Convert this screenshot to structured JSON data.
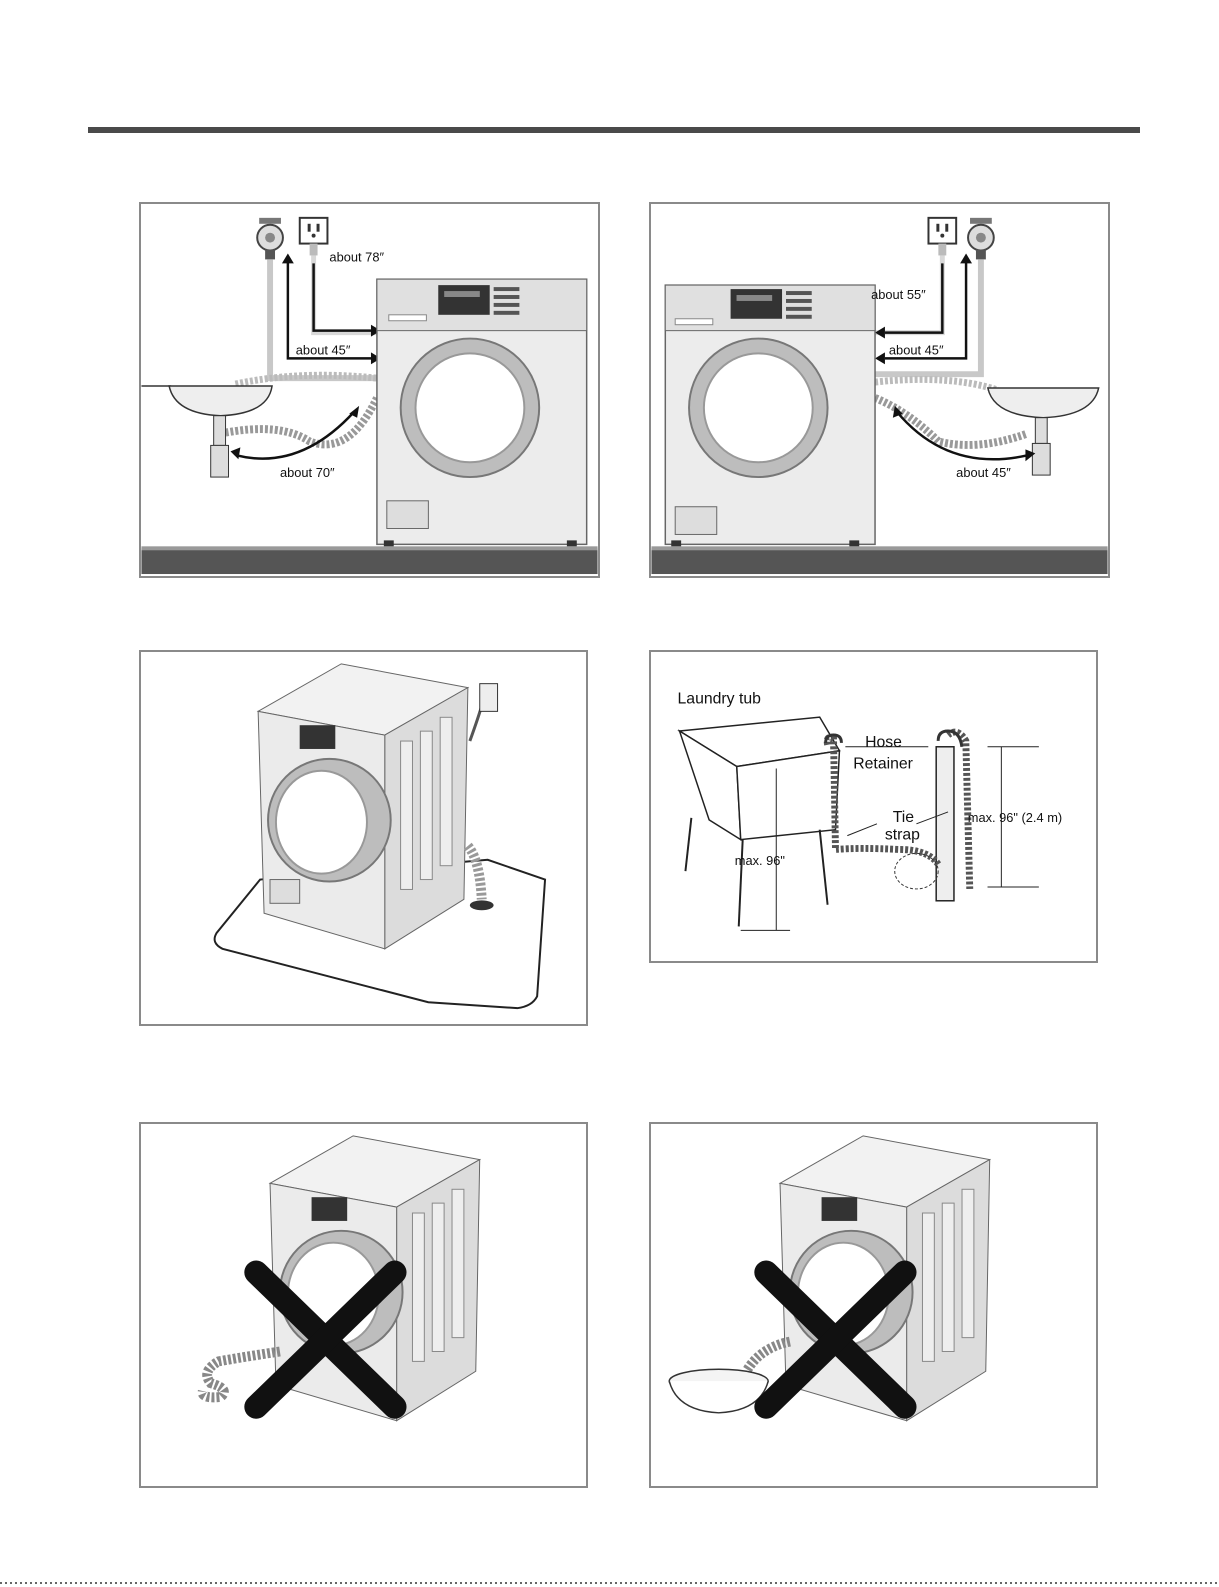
{
  "panels": {
    "left_install": {
      "label_78": "about 78″",
      "label_45": "about 45″",
      "label_70": "about 70″"
    },
    "right_install": {
      "label_55": "about 55″",
      "label_45_top": "about 45″",
      "label_45_bottom": "about 45″"
    },
    "standpipe": {
      "laundry_tub": "Laundry tub",
      "hose": "Hose",
      "retainer": "Retainer",
      "tie": "Tie",
      "strap": "strap",
      "max_left": "max. 96\"",
      "max_right": "max. 96\" (2.4 m)"
    }
  },
  "colors": {
    "rule": "#4a4a4a",
    "floor": "#555555",
    "machine": "#e6e6e6",
    "prohibited_x": "#111111"
  },
  "icons": [
    "faucet-icon",
    "outlet-icon",
    "sink-icon",
    "washer-icon",
    "prohibited-x-icon",
    "basin-icon"
  ]
}
